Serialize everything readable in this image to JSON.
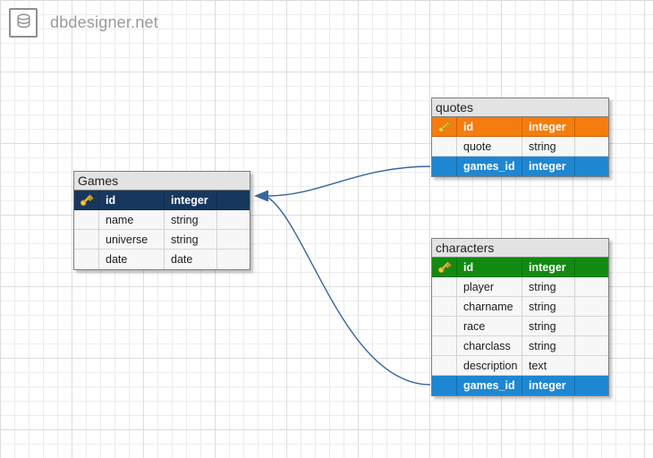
{
  "app": {
    "logo_text": "dbdesigner.net",
    "logo_icon": "database-icon"
  },
  "tables": [
    {
      "title": "Games",
      "fields": [
        {
          "name": "id",
          "type": "integer",
          "primary_key": true
        },
        {
          "name": "name",
          "type": "string"
        },
        {
          "name": "universe",
          "type": "string"
        },
        {
          "name": "date",
          "type": "date"
        }
      ]
    },
    {
      "title": "quotes",
      "fields": [
        {
          "name": "id",
          "type": "integer",
          "primary_key": true
        },
        {
          "name": "quote",
          "type": "string"
        },
        {
          "name": "games_id",
          "type": "integer",
          "foreign_key": true
        }
      ]
    },
    {
      "title": "characters",
      "fields": [
        {
          "name": "id",
          "type": "integer",
          "primary_key": true
        },
        {
          "name": "player",
          "type": "string"
        },
        {
          "name": "charname",
          "type": "string"
        },
        {
          "name": "race",
          "type": "string"
        },
        {
          "name": "charclass",
          "type": "string"
        },
        {
          "name": "description",
          "type": "text"
        },
        {
          "name": "games_id",
          "type": "integer",
          "foreign_key": true
        }
      ]
    }
  ],
  "relationships": [
    {
      "from_table": "quotes",
      "from_field": "games_id",
      "to_table": "Games",
      "to_field": "id"
    },
    {
      "from_table": "characters",
      "from_field": "games_id",
      "to_table": "Games",
      "to_field": "id"
    }
  ],
  "colors": {
    "primary_key_navy": "#17375E",
    "primary_key_orange": "#F57D0D",
    "primary_key_green": "#128A12",
    "foreign_key_blue": "#1E87D2",
    "relation_line": "#38669B",
    "header_bg": "#E3E3E3",
    "key_icon_gold": "#F2C744"
  }
}
